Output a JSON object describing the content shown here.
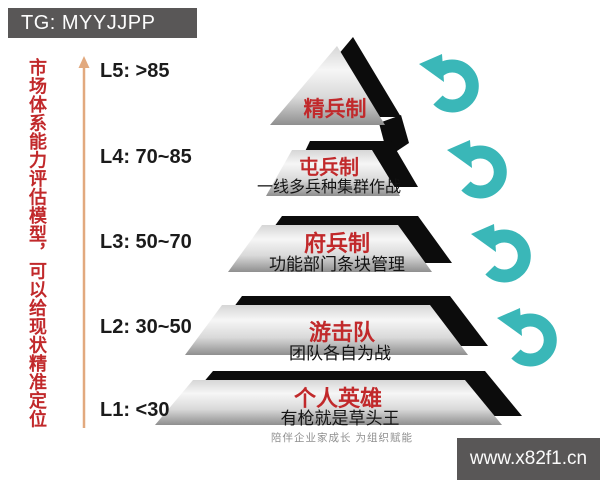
{
  "header": {
    "tg_badge": "TG: MYYJJPP"
  },
  "side_note": "市场体系能力评估模型，可以给现状精准定位",
  "levels": [
    {
      "label": "L5: >85",
      "title": "精兵制",
      "subtitle": ""
    },
    {
      "label": "L4: 70~85",
      "title": "屯兵制",
      "subtitle": "一线多兵种集群作战"
    },
    {
      "label": "L3: 50~70",
      "title": "府兵制",
      "subtitle": "功能部门条块管理"
    },
    {
      "label": "L2: 30~50",
      "title": "游击队",
      "subtitle": "团队各自为战"
    },
    {
      "label": "L1: <30",
      "title": "个人英雄",
      "subtitle": "有枪就是草头王"
    }
  ],
  "footer": {
    "watermark": "陪伴企业家成长 为组织赋能",
    "site_badge": "www.x82f1.cn"
  },
  "colors": {
    "title_red": "#c1292b",
    "arrow_teal": "#3ab7b8",
    "badge_bg": "#595757",
    "side_arrow": "#e2a97e"
  }
}
